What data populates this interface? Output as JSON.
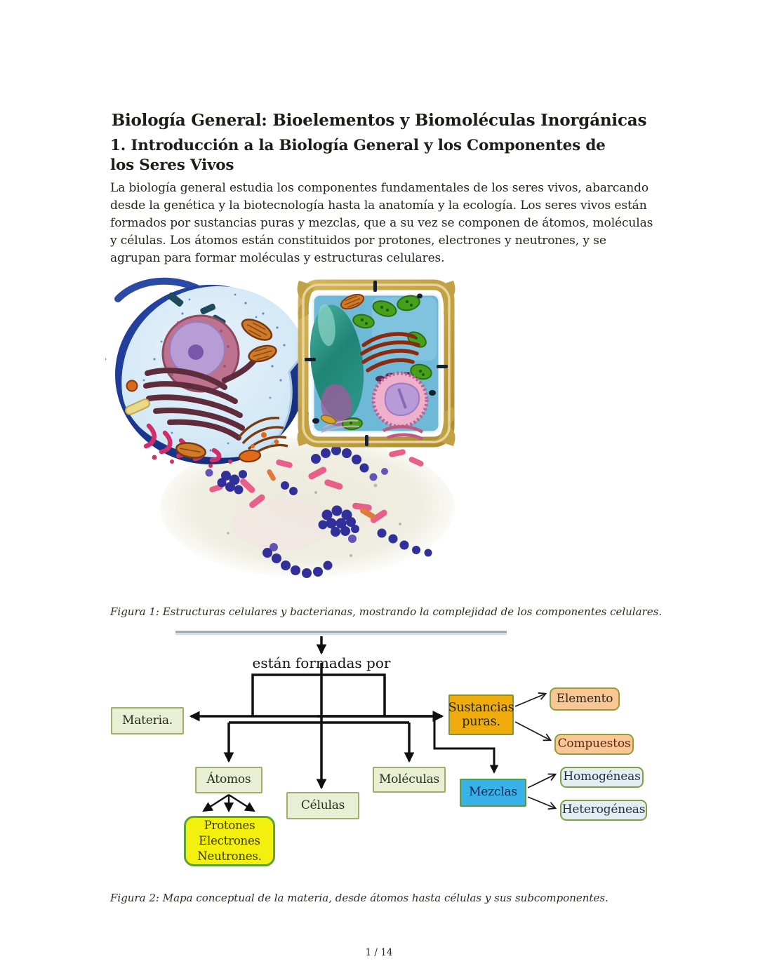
{
  "page": {
    "title": "Biología General: Bioelementos y Biomoléculas Inorgánicas",
    "section_heading": "1. Introducción a la Biología General y los Componentes de los Seres Vivos",
    "paragraph": "La biología general estudia los componentes fundamentales de los seres vivos, abarcando desde la genética y la biotecnología hasta la anatomía y la ecología. Los seres vivos están formados por sustancias puras y mezclas, que a su vez se componen de átomos, moléculas y células. Los átomos están constituidos por protones, electrones y neutrones, y se agrupan para formar moléculas y estructuras celulares.",
    "figure1_caption": "Figura 1: Estructuras celulares y bacterianas, mostrando la complejidad de los componentes celulares.",
    "figure2_caption": "Figura 2: Mapa conceptual de la materia, desde átomos hasta células y sus subcomponentes.",
    "page_number": "1 / 14"
  },
  "diagram": {
    "connector_label": "están formadas por",
    "line_color": "#101010",
    "divider_color": "#9ba6ad",
    "nodes": {
      "materia": {
        "label": "Materia.",
        "fill": "#e9efd4",
        "border": "#9fae68",
        "text": "#2b2b20"
      },
      "sustancias": {
        "label": "Sustancias puras.",
        "fill": "#f0ac0c",
        "border": "#8a9230",
        "text": "#1c2430"
      },
      "elemento": {
        "label": "Elemento",
        "fill": "#f9c795",
        "border": "#8f9f3f",
        "text": "#32281a"
      },
      "compuestos": {
        "label": "Compuestos",
        "fill": "#f9c795",
        "border": "#8f9f3f",
        "text": "#5c2a14"
      },
      "atomos": {
        "label": "Átomos",
        "fill": "#e9efd4",
        "border": "#9fae68",
        "text": "#2b2b20"
      },
      "celulas": {
        "label": "Células",
        "fill": "#e9efd4",
        "border": "#9fae68",
        "text": "#2b2b20"
      },
      "moleculas": {
        "label": "Moléculas",
        "fill": "#e9efd4",
        "border": "#9fae68",
        "text": "#2b2b20"
      },
      "mezclas": {
        "label": "Mezclas",
        "fill": "#38b2e8",
        "border": "#4f9f3f",
        "text": "#12264a"
      },
      "homogeneas": {
        "label": "Homogéneas",
        "fill": "#e3edf2",
        "border": "#7fa044",
        "text": "#203040"
      },
      "heterogeneas": {
        "label": "Heterogéneas",
        "fill": "#e3edf2",
        "border": "#7fa044",
        "text": "#203040"
      },
      "particulas": {
        "line1": "Protones",
        "line2": "Electrones",
        "line3": "Neutrones.",
        "fill": "#f3ef0e",
        "border": "#5aa437",
        "text": "#38380a"
      }
    }
  }
}
